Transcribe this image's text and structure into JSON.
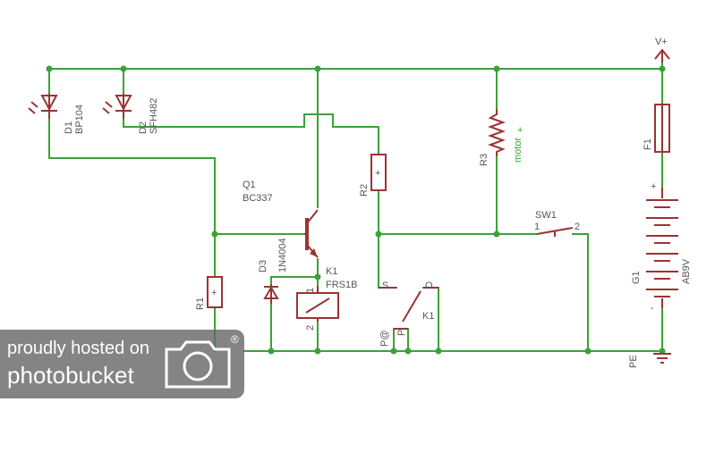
{
  "schematic": {
    "supply": "V+",
    "ground": "PE",
    "D1": {
      "ref": "D1",
      "value": "BP104"
    },
    "D2": {
      "ref": "D2",
      "value": "SFH482"
    },
    "Q1": {
      "ref": "Q1",
      "value": "BC337"
    },
    "D3": {
      "ref": "D3",
      "value": "1N4004"
    },
    "K1": {
      "ref": "K1",
      "value": "FRS1B",
      "pin1": "1",
      "pin2": "2",
      "contact_s": "S",
      "contact_o": "O",
      "contact_p": "P",
      "contact_pa": "P@",
      "contact_ref": "K1"
    },
    "R1": {
      "ref": "R1"
    },
    "R2": {
      "ref": "R2"
    },
    "R3": {
      "ref": "R3",
      "value": "motor"
    },
    "SW1": {
      "ref": "SW1",
      "pin1": "1",
      "pin2": "2"
    },
    "F1": {
      "ref": "F1"
    },
    "G1": {
      "ref": "G1",
      "value": "AB9V"
    },
    "plus_mark": "+",
    "minus_mark": "-"
  },
  "watermark": {
    "line1": "proudly hosted on",
    "line2": "photobucket",
    "reg": "®"
  },
  "colors": {
    "wire": "#3aa335",
    "component": "#9b3333",
    "label": "#555555"
  },
  "icons": {
    "watermark_logo": "camera-icon",
    "ground": "ground-icon",
    "supply": "supply-arrow-icon"
  }
}
